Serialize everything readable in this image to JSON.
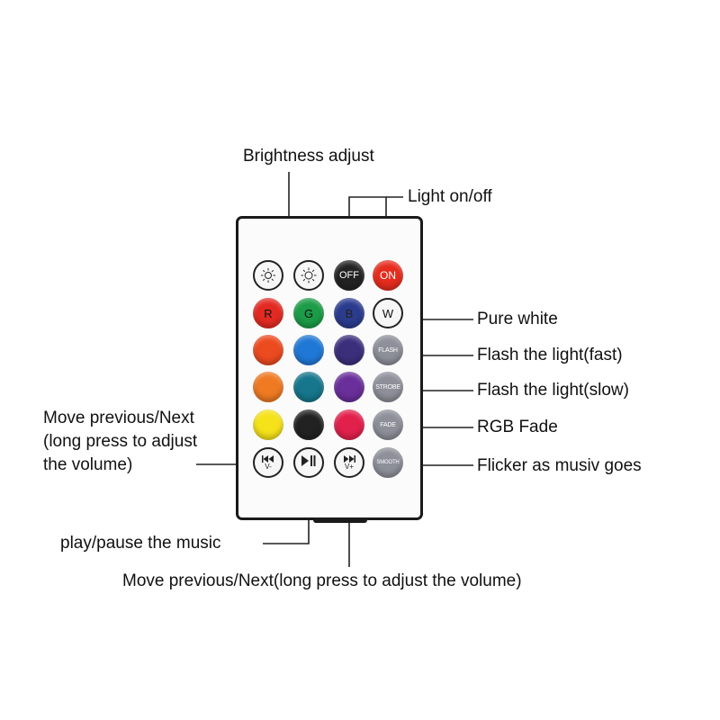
{
  "labels": {
    "brightness": "Brightness adjust",
    "light_onoff": "Light on/off",
    "pure_white": "Pure white",
    "flash_fast": "Flash the light(fast)",
    "flash_slow": "Flash the light(slow)",
    "rgb_fade": "RGB Fade",
    "flicker": "Flicker as musiv goes",
    "move_left": "Move previous/Next\n(long press to adjust\nthe volume)",
    "play_pause": "play/pause the music",
    "move_bottom": "Move previous/Next(long press to adjust the volume)"
  },
  "buttons": {
    "off": "OFF",
    "on": "ON",
    "r": "R",
    "g": "G",
    "b": "B",
    "w": "W",
    "flash": "FLASH",
    "strobe": "STROBE",
    "fade": "FADE",
    "smooth": "SMOOTH",
    "v_minus": "V-",
    "v_plus": "V+"
  },
  "icons": {
    "brightness_down": "sun-small-icon",
    "brightness_up": "sun-large-icon",
    "prev": "skip-previous-icon",
    "play_pause": "play-pause-icon",
    "next": "skip-next-icon"
  },
  "colors": {
    "red": "#e32a22",
    "green": "#1b9c48",
    "blue": "#2b3c8e",
    "orange_red": "#ec4a1f",
    "sky_blue": "#1f78d6",
    "indigo": "#3b2f7c",
    "orange": "#ef7a22",
    "teal": "#16768c",
    "purple": "#6a2f9a",
    "yellow": "#f6e21a",
    "black": "#222222",
    "pink": "#e2204c",
    "gray": "#8d8f99",
    "on_red": "#e62c1e"
  }
}
